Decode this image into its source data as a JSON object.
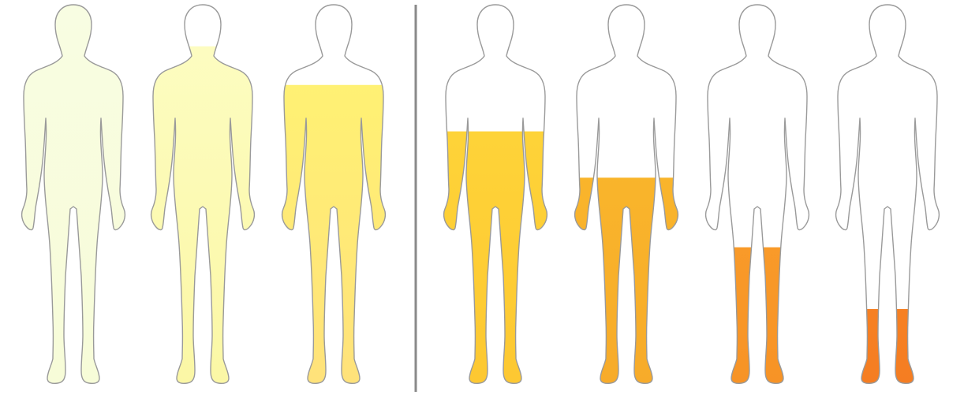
{
  "figures": [
    {
      "fill_level": 1.0,
      "color_top": "#f8fde2",
      "color_bottom": "#f7fcd8"
    },
    {
      "fill_level": 0.88,
      "color_top": "#fdfdc4",
      "color_bottom": "#fbf7a5"
    },
    {
      "fill_level": 0.78,
      "color_top": "#fff572",
      "color_bottom": "#ffe27a"
    },
    {
      "fill_level": 0.66,
      "color_top": "#ffd93b",
      "color_bottom": "#fdc832"
    },
    {
      "fill_level": 0.54,
      "color_top": "#fbbd2c",
      "color_bottom": "#f7ab2a"
    },
    {
      "fill_level": 0.36,
      "color_top": "#fca62e",
      "color_bottom": "#f79326"
    },
    {
      "fill_level": 0.2,
      "color_top": "#f98f28",
      "color_bottom": "#f57d22"
    }
  ],
  "colors": {
    "outline": "#9a9a9a",
    "divider": "#8a8a8a",
    "background": "#ffffff"
  }
}
